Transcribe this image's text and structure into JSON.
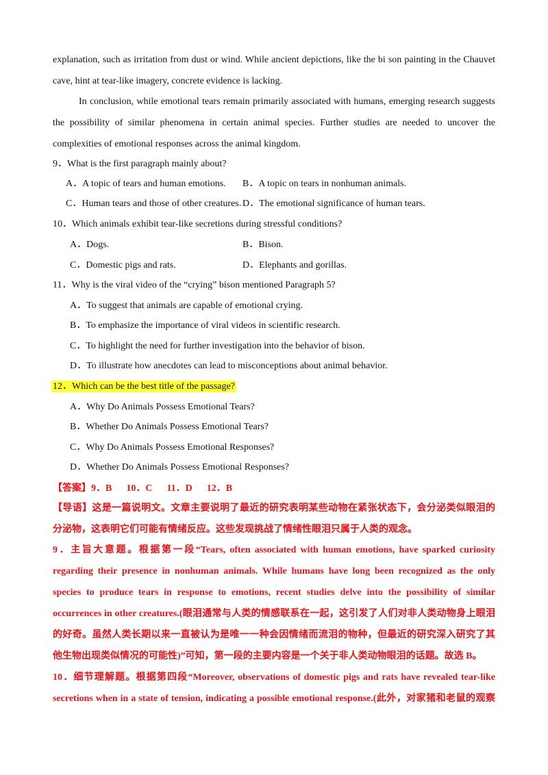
{
  "passage": {
    "lines": [
      "explanation, such as irritation from dust or wind. While ancient depictions, like the bi son painting in the Chauvet",
      "cave, hint at tear-like imagery, concrete evidence is lacking.",
      "In conclusion, while emotional tears remain primarily associated with humans, emerging research suggests",
      "the possibility of similar phenomena in certain animal species. Further studies are needed to uncover the",
      "complexities of emotional responses across the animal kingdom."
    ]
  },
  "questions": {
    "q9": {
      "stem": "9．What is the first paragraph mainly about?",
      "a": "A．A topic of tears and human emotions.",
      "b": "B．A topic on tears in nonhuman animals.",
      "c": "C．Human tears and those of other creatures.",
      "d": "D．The emotional significance of human tears."
    },
    "q10": {
      "stem": "10．Which animals exhibit tear-like secretions during stressful conditions?",
      "a": "A．Dogs.",
      "b": "B．Bison.",
      "c": "C．Domestic pigs and rats.",
      "d": "D．Elephants and gorillas."
    },
    "q11": {
      "stem": "11．Why is the viral video of the “crying” bison mentioned Paragraph 5?",
      "a": "A．To suggest that animals are capable of emotional crying.",
      "b": "B．To emphasize the importance of viral videos in scientific research.",
      "c": "C．To highlight the need for further investigation into the behavior of bison.",
      "d": "D．To illustrate how anecdotes can lead to misconceptions about animal behavior."
    },
    "q12": {
      "stem": "12．Which can be the best title of the passage?",
      "a": "A．Why Do Animals Possess Emotional Tears?",
      "b": "B．Whether Do Animals Possess Emotional Tears?",
      "c": "C．Why Do Animals Possess Emotional Responses?",
      "d": "D．Whether Do Animals Possess Emotional Responses?"
    }
  },
  "answer": {
    "line": "【答案】9．B      10．C      11．D      12．B"
  },
  "explanation": {
    "lines": [
      "【导语】这是一篇说明文。文章主要说明了最近的研究表明某些动物在紧张状态下，会分泌类似眼泪的",
      "分泌物，这表明它们可能有情绪反应。这些发现挑战了情绪性眼泪只属于人类的观念。",
      "9．主旨大意题。根据第一段“Tears, often associated with human emotions, have sparked curiosity",
      "regarding their presence in nonhuman animals. While humans have long been recognized as the only",
      "species to produce tears in response to emotions, recent studies delve into the possibility of similar",
      "occurrences in other creatures.(眼泪通常与人类的情感联系在一起，这引发了人们对非人类动物身上眼泪",
      "的好奇。虽然人类长期以来一直被认为是唯一一种会因情绪而流泪的物种，但最近的研究深入研究了其",
      "他生物出现类似情况的可能性)”可知，第一段的主要内容是一个关于非人类动物眼泪的话题。故选 B。",
      "10．细节理解题。根据第四段“Moreover, observations of domestic pigs and rats have revealed tear-like",
      "secretions when in a state of tension, indicating a possible emotional response.(此外，对家猪和老鼠的观察"
    ]
  }
}
